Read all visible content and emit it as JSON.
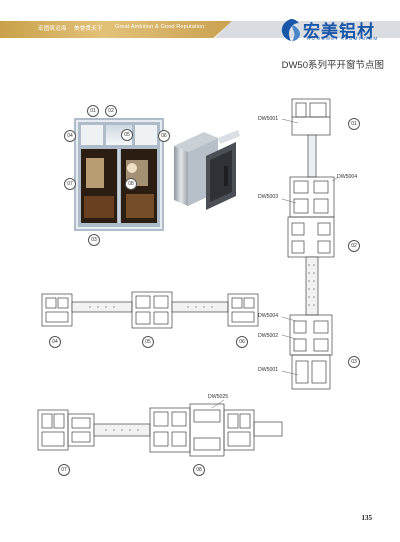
{
  "header": {
    "slogan_cn_1": "宏图筑远海",
    "slogan_cn_2": "美誉贯天下",
    "slogan_en": "Great Ambition & Good Reputation",
    "brand_cn": "宏美铝材",
    "brand_en": "HONGMEI ALUMINIUM",
    "colors": {
      "gold": "#c9a14a",
      "brand_blue": "#1a56a8",
      "gray": "#d9dde2"
    }
  },
  "title": "DW50系列平开窗节点图",
  "photo": {
    "callouts": [
      "01",
      "02",
      "04",
      "05",
      "06",
      "07",
      "08",
      "03"
    ]
  },
  "vertical_section": {
    "profiles": [
      "DW5001",
      "DW5004",
      "DW5003",
      "DW5004",
      "DW5002",
      "DW5001"
    ],
    "nodes": [
      "01",
      "02",
      "03"
    ]
  },
  "horizontal_section_1": {
    "nodes": [
      "04",
      "05",
      "06"
    ]
  },
  "horizontal_section_2": {
    "profile": "DW5025",
    "nodes": [
      "07",
      "08"
    ]
  },
  "page_number": "135"
}
